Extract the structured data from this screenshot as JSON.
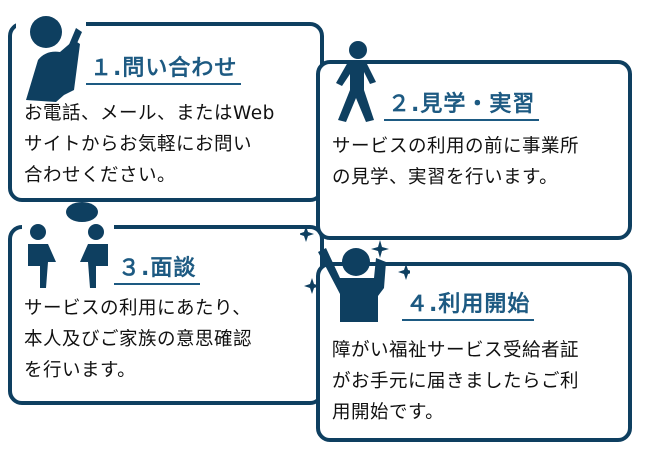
{
  "colors": {
    "primary": "#0e3f60",
    "title": "#1d5a82"
  },
  "steps": [
    {
      "title": "１.問い合わせ",
      "body": "お電話、メール、またはWeb\nサイトからお気軽にお問い\n合わせください。",
      "icon": "phone-person-icon"
    },
    {
      "title": "２.見学・実習",
      "body": "サービスの利用の前に事業所\nの見学、実習を行います。",
      "icon": "walking-person-icon"
    },
    {
      "title": "３.面談",
      "body": "サービスの利用にあたり、\n本人及びご家族の意思確認\nを行います。",
      "icon": "interview-people-icon"
    },
    {
      "title": "４.利用開始",
      "body": "障がい福祉サービス受給者証\nがお手元に届きましたらご利\n用開始です。",
      "icon": "cheering-person-icon"
    }
  ]
}
